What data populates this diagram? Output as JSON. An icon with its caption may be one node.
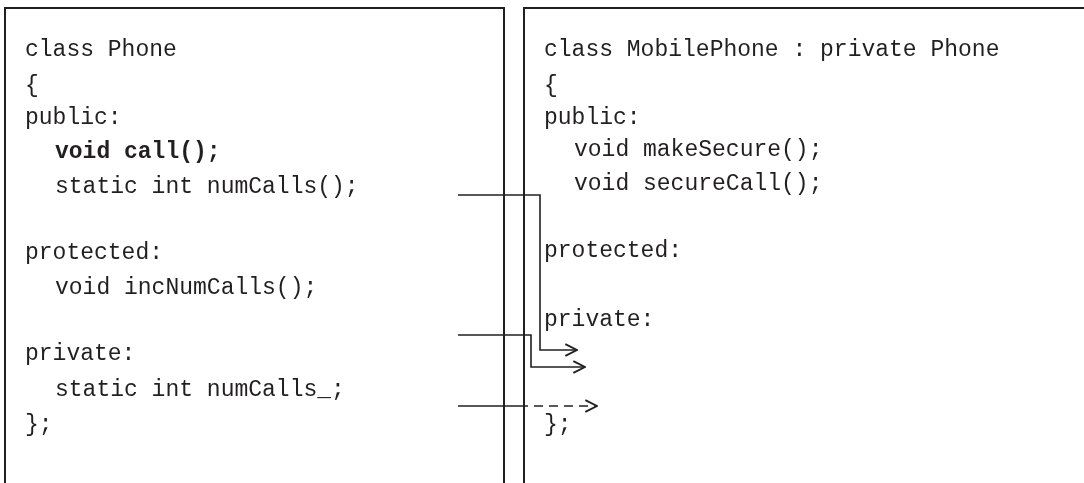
{
  "diagram": {
    "nodes": [
      {
        "text": [
          "class Phone",
          "{",
          "public:",
          "**void call();**",
          "static int numCalls();",
          "protected:",
          "void incNumCalls();",
          "private:",
          "static int numCalls_;",
          "};"
        ]
      },
      {
        "text": [
          "class MobilePhone : private Phone",
          "{",
          "public:",
          "void makeSecure();",
          "void secureCall();",
          "protected:",
          "private:",
          "};"
        ]
      }
    ],
    "edges": [
      {
        "from": 0,
        "to": 1,
        "arrow": "to"
      },
      {
        "from": 0,
        "to": 1,
        "arrow": "to"
      },
      {
        "from": 0,
        "to": 1,
        "arrow": "to",
        "style": "dashed"
      }
    ]
  }
}
